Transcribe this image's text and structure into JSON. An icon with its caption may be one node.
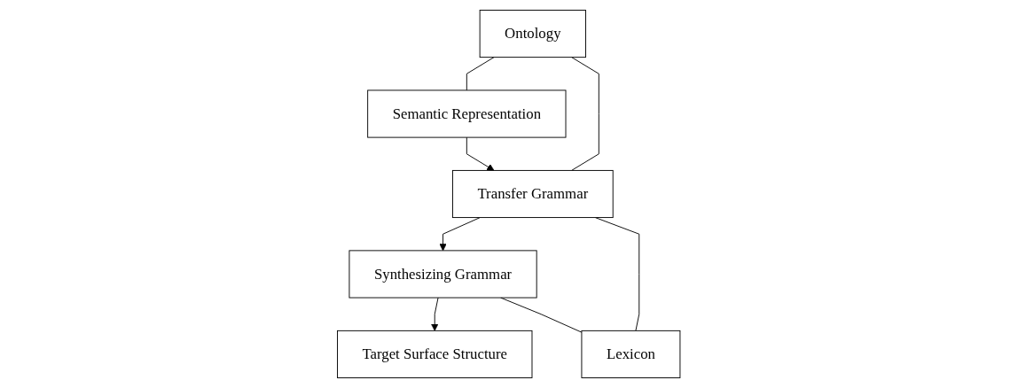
{
  "diagram": {
    "nodes": [
      {
        "text": [
          "Ontology"
        ]
      },
      {
        "text": [
          "Semantic Representation"
        ]
      },
      {
        "text": [
          "Transfer Grammar"
        ]
      },
      {
        "text": [
          "Lexicon"
        ]
      },
      {
        "text": [
          "Synthesizing Grammar"
        ]
      },
      {
        "text": [
          "Target Surface Structure"
        ]
      }
    ],
    "edges": [
      {
        "from": 0,
        "to": 1,
        "arrow": "none"
      },
      {
        "from": 0,
        "to": 2,
        "arrow": "none"
      },
      {
        "from": 1,
        "to": 2,
        "arrow": "to"
      },
      {
        "from": 2,
        "to": 4,
        "arrow": "to"
      },
      {
        "from": 4,
        "to": 5,
        "arrow": "to"
      },
      {
        "from": 2,
        "to": 3,
        "arrow": "none"
      },
      {
        "from": 4,
        "to": 3,
        "arrow": "none"
      }
    ]
  }
}
